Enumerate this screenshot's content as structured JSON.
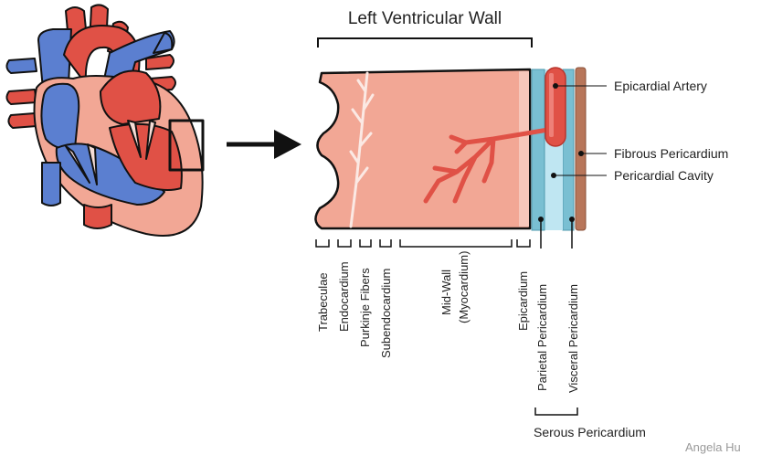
{
  "title": "Left Ventricular Wall",
  "layers": [
    {
      "id": "trabeculae",
      "label": "Trabeculae"
    },
    {
      "id": "endocardium",
      "label": "Endocardium"
    },
    {
      "id": "purkinje",
      "label": "Purkinje Fibers"
    },
    {
      "id": "subendocardium",
      "label": "Subendocardium"
    },
    {
      "id": "midwall",
      "label_line1": "Mid-Wall",
      "label_line2": "(Myocardium)"
    },
    {
      "id": "epicardium",
      "label": "Epicardium"
    },
    {
      "id": "parietal",
      "label": "Parietal Pericardium"
    },
    {
      "id": "visceral",
      "label": "Visceral Pericardium"
    }
  ],
  "callouts": {
    "epicardial_artery": "Epicardial Artery",
    "fibrous_pericardium": "Fibrous Pericardium",
    "pericardial_cavity": "Pericardial Cavity"
  },
  "serous_pericardium": "Serous Pericardium",
  "credit": "Angela Hu",
  "colors": {
    "myocardium": "#f2a795",
    "myocardium_dark": "#ee9683",
    "artery": "#e05146",
    "vein": "#5b7fd0",
    "pericardial_fluid": "#bfe6f2",
    "serous_layer": "#79bfd2",
    "fibrous_layer": "#b8765a",
    "outline": "#111111"
  }
}
